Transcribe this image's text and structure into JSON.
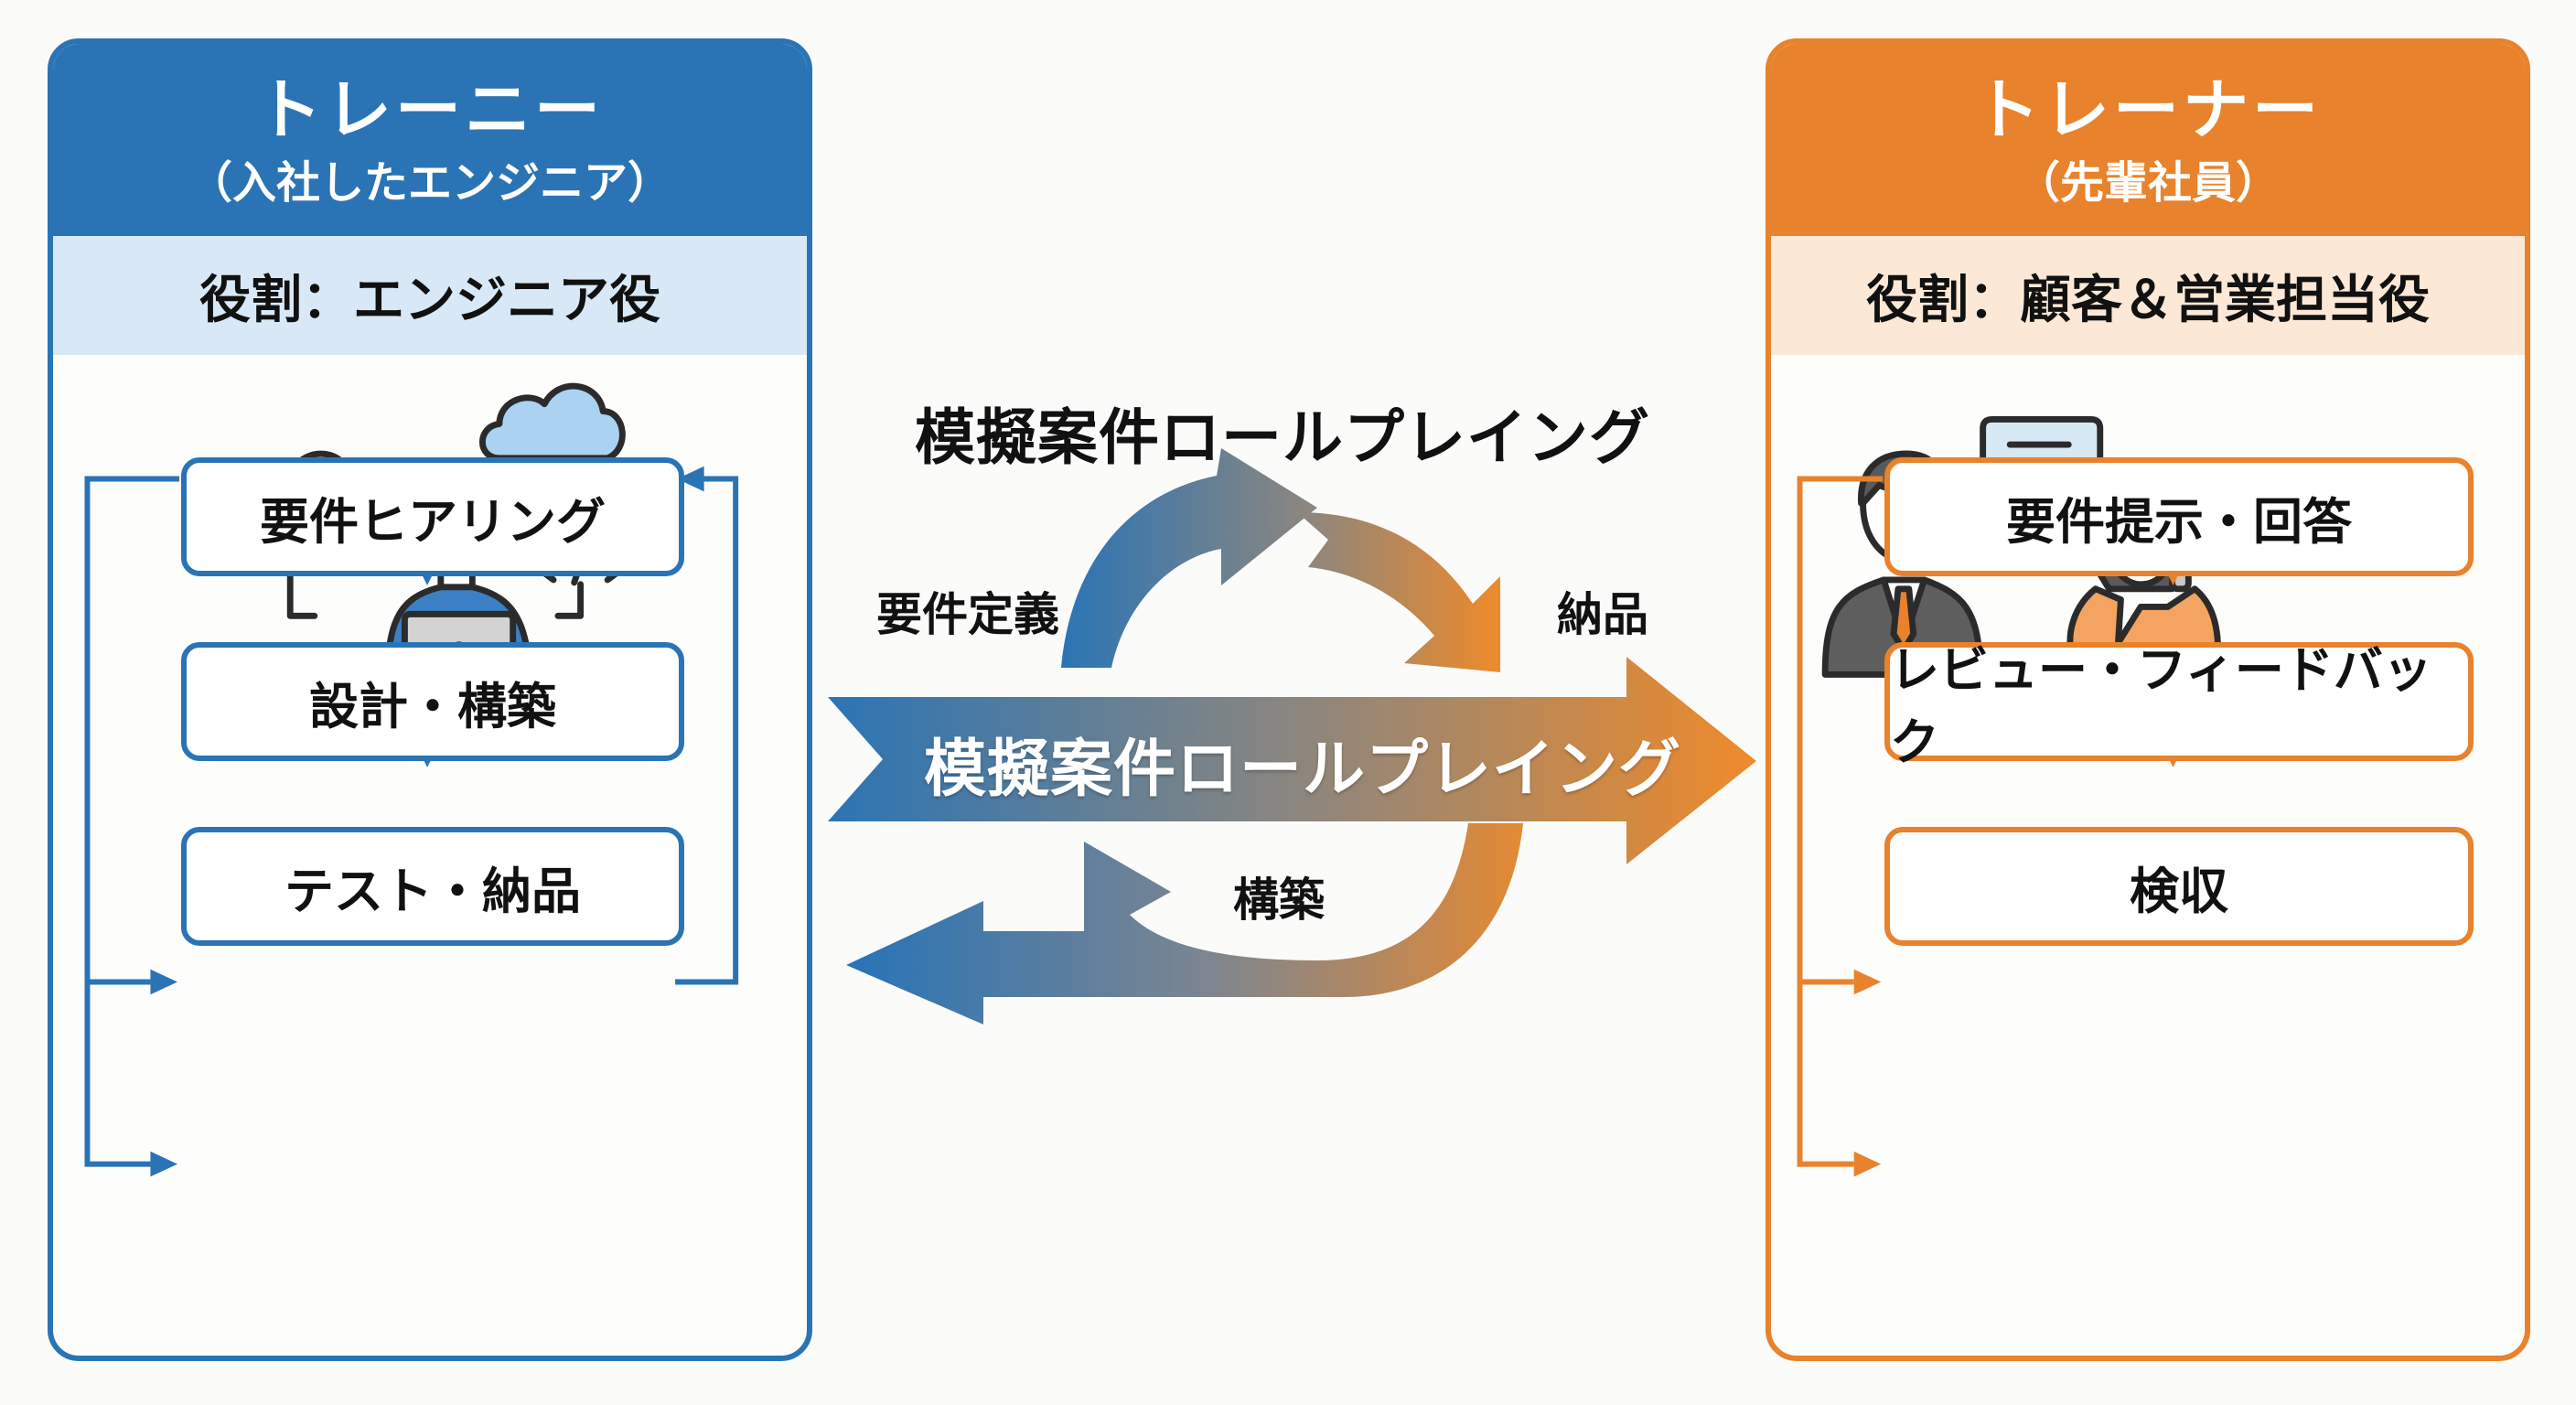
{
  "trainee": {
    "title": "トレーニー",
    "subtitle": "（入社したエンジニア）",
    "role": "役割：エンジニア役",
    "illustration": "engineer-with-laptop-and-clouds-icon",
    "steps": [
      "要件ヒアリング",
      "設計・構築",
      "テスト・納品"
    ],
    "color": "#2a74b5"
  },
  "trainer": {
    "title": "トレーナー",
    "subtitle": "（先輩社員）",
    "role": "役割：顧客＆営業担当役",
    "illustration": "businessman-and-phone-woman-icon",
    "steps": [
      "要件提示・回答",
      "レビュー・フィードバック",
      "検収"
    ],
    "color": "#e8822c"
  },
  "center": {
    "title": "模擬案件ロールプレイング",
    "band_label": "模擬案件ロールプレイング",
    "cycle_labels": {
      "left": "要件定義",
      "right": "納品",
      "bottom": "構築"
    }
  }
}
